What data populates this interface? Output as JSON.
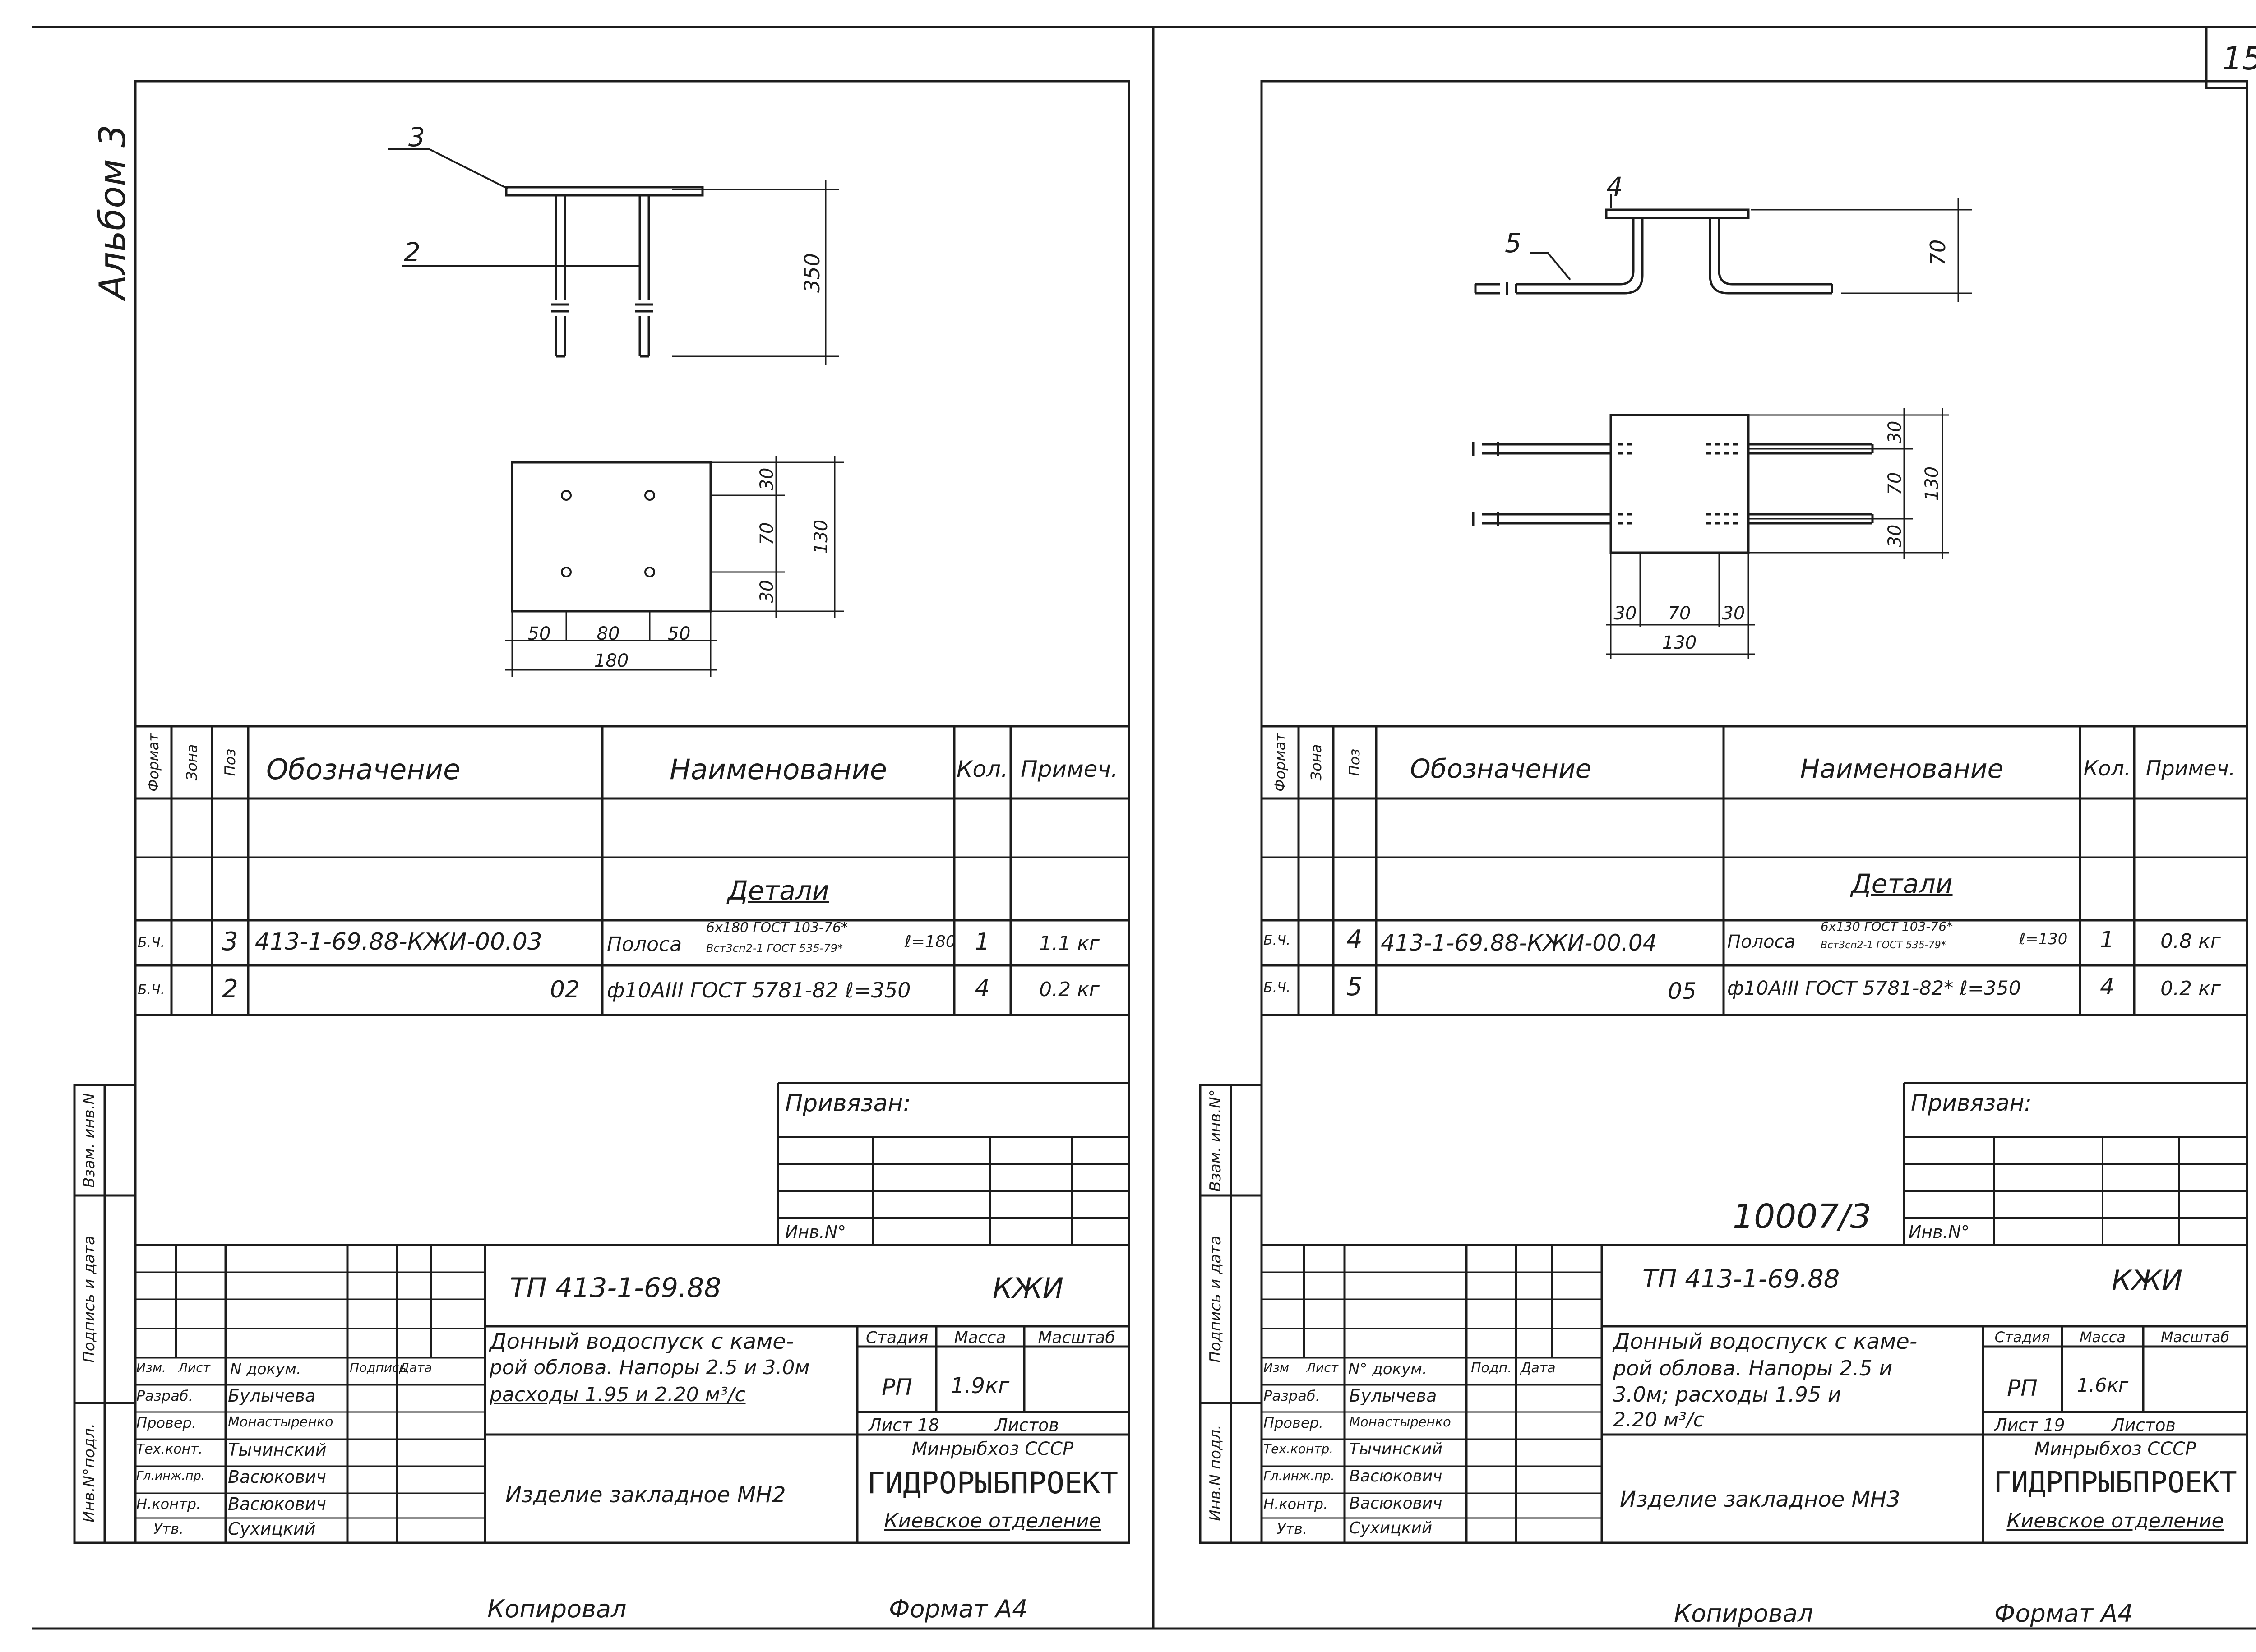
{
  "page_number": "15",
  "album_label": "Альбом 3",
  "bottom_texts": {
    "copied": "Копировал",
    "format": "Формат А4"
  },
  "sheets": [
    {
      "dims": {
        "top_height": "350",
        "plan_30a": "30",
        "plan_70": "70",
        "plan_30b": "30",
        "plan_130": "130",
        "w_50a": "50",
        "w_80": "80",
        "w_50b": "50",
        "w_180": "180"
      },
      "callouts": {
        "top": "3",
        "mid": "2"
      },
      "spec_headers": {
        "format": "Формат",
        "zone": "Зона",
        "pos": "Поз",
        "designation": "Обозначение",
        "name": "Наименование",
        "qty": "Кол.",
        "note": "Примеч."
      },
      "spec_section": "Детали",
      "spec_rows": [
        {
          "fmt": "Б.Ч.",
          "pos": "3",
          "designation": "413-1-69.88-КЖИ-00.03",
          "name": "Полоса",
          "name_top": "6x180 ГОСТ 103-76*",
          "name_bottom": "Вст3сп2-1 ГОСТ 535-79*",
          "name_len": "ℓ=180",
          "qty": "1",
          "note": "1.1 кг"
        },
        {
          "fmt": "Б.Ч.",
          "pos": "2",
          "designation": "02",
          "name": "ф10АIII ГОСТ 5781-82  ℓ=350",
          "qty": "4",
          "note": "0.2 кг"
        }
      ],
      "privyazan": "Привязан:",
      "inv_no": "Инв.N°",
      "side_labels": [
        "Инв.N°подл.",
        "Подпись и дата",
        "Взам. инв.N"
      ],
      "archive_no": "",
      "tb": {
        "code": "ТП 413-1-69.88",
        "mark": "КЖИ",
        "headers": [
          "Изм.",
          "Лист",
          "N докум.",
          "Подпись",
          "Дата"
        ],
        "roles": [
          {
            "role": "Разраб.",
            "name": "Булычева"
          },
          {
            "role": "Провер.",
            "name": "Монастыренко"
          },
          {
            "role": "Тех.конт.",
            "name": "Тычинский"
          },
          {
            "role": "Гл.инж.пр.",
            "name": "Васюкович"
          },
          {
            "role": "Н.контр.",
            "name": "Васюкович"
          },
          {
            "role": "Утв.",
            "name": "Сухицкий"
          }
        ],
        "description": [
          "Донный водоспуск с каме-",
          "рой облова. Напоры 2.5 и 3.0м",
          "расходы 1.95 и 2.20 м³/с"
        ],
        "stage_header": "Стадия",
        "mass_header": "Масса",
        "scale_header": "Масштаб",
        "stage": "РП",
        "mass": "1.9кг",
        "sheet_label": "Лист 18",
        "sheets_label": "Листов",
        "title": "Изделие закладное МН2",
        "org1": "Минрыбхоз СССР",
        "org2": "ГИДРОРЫБПРОЕКТ",
        "org3": "Киевское отделение"
      }
    },
    {
      "dims": {
        "top_height": "70",
        "plan_30a": "30",
        "plan_70": "70",
        "plan_30b": "30",
        "plan_130": "130",
        "w_30a": "30",
        "w_70": "70",
        "w_30b": "30",
        "w_130": "130"
      },
      "callouts": {
        "top": "4",
        "mid": "5"
      },
      "spec_headers": {
        "format": "Формат",
        "zone": "Зона",
        "pos": "Поз",
        "designation": "Обозначение",
        "name": "Наименование",
        "qty": "Кол.",
        "note": "Примеч."
      },
      "spec_section": "Детали",
      "spec_rows": [
        {
          "fmt": "Б.Ч.",
          "pos": "4",
          "designation": "413-1-69.88-КЖИ-00.04",
          "name": "Полоса",
          "name_top": "6x130 ГОСТ 103-76*",
          "name_bottom": "Вст3сп2-1 ГОСТ 535-79*",
          "name_len": "ℓ=130",
          "qty": "1",
          "note": "0.8 кг"
        },
        {
          "fmt": "Б.Ч.",
          "pos": "5",
          "designation": "05",
          "name": "ф10АIII ГОСТ 5781-82* ℓ=350",
          "qty": "4",
          "note": "0.2 кг"
        }
      ],
      "privyazan": "Привязан:",
      "inv_no": "Инв.N°",
      "side_labels": [
        "Инв.N подл.",
        "Подпись и дата",
        "Взам. инв.N°"
      ],
      "archive_no": "10007/3",
      "tb": {
        "code": "ТП 413-1-69.88",
        "mark": "КЖИ",
        "headers": [
          "Изм",
          "Лист",
          "N° докум.",
          "Подп.",
          "Дата"
        ],
        "roles": [
          {
            "role": "Разраб.",
            "name": "Булычева"
          },
          {
            "role": "Провер.",
            "name": "Монастыренко"
          },
          {
            "role": "Тех.контр.",
            "name": "Тычинский"
          },
          {
            "role": "Гл.инж.пр.",
            "name": "Васюкович"
          },
          {
            "role": "Н.контр.",
            "name": "Васюкович"
          },
          {
            "role": "Утв.",
            "name": "Сухицкий"
          }
        ],
        "description": [
          "Донный водоспуск с каме-",
          "рой облова. Напоры 2.5 и",
          "3.0м; расходы 1.95 и",
          "2.20 м³/с"
        ],
        "stage_header": "Стадия",
        "mass_header": "Масса",
        "scale_header": "Масштаб",
        "stage": "РП",
        "mass": "1.6кг",
        "sheet_label": "Лист 19",
        "sheets_label": "Листов",
        "title": "Изделие закладное МН3",
        "org1": "Минрыбхоз СССР",
        "org2": "ГИДРПРЫБПРОЕКТ",
        "org3": "Киевское отделение"
      }
    }
  ]
}
